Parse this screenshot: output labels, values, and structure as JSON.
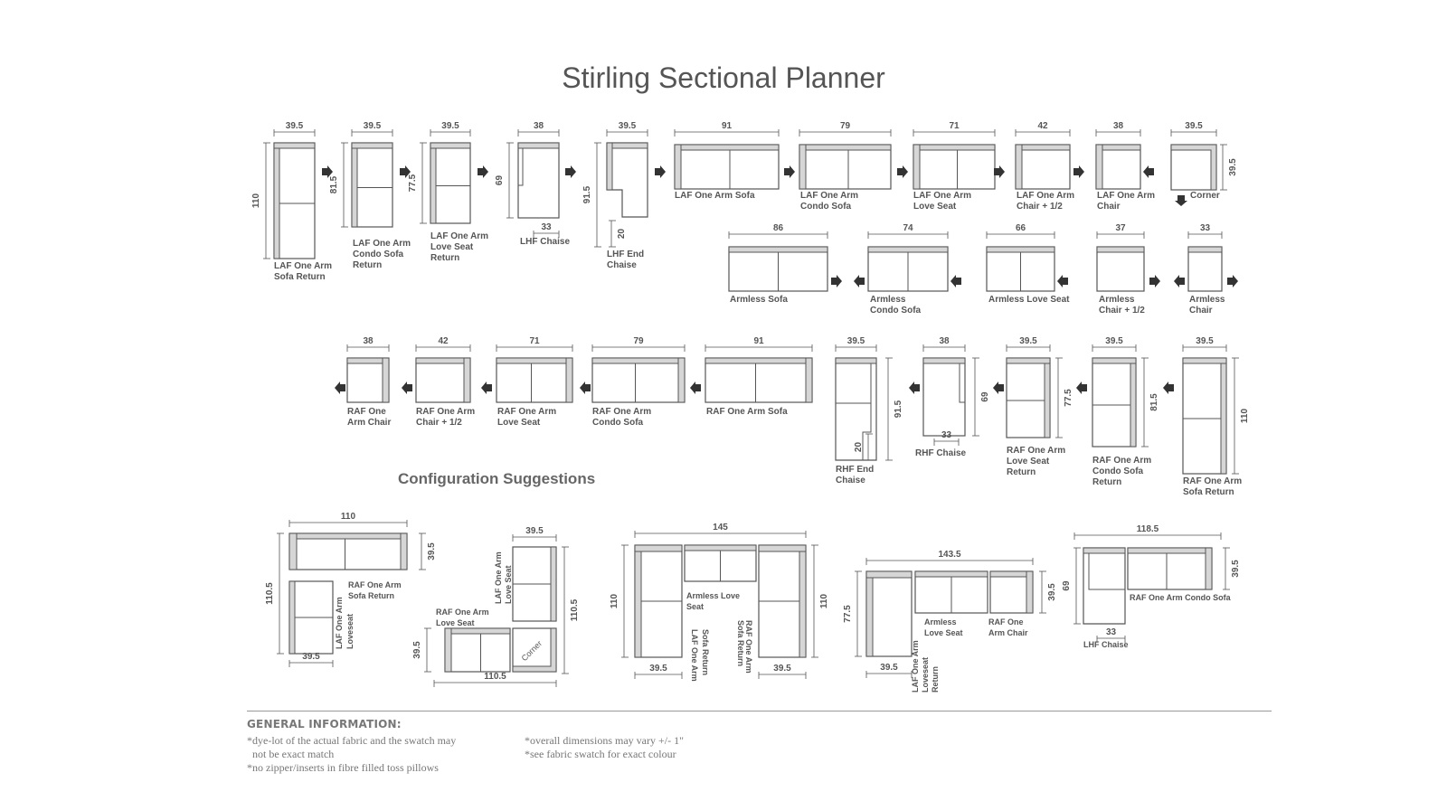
{
  "title": "Stirling Sectional Planner",
  "config_heading": "Configuration Suggestions",
  "general_info": {
    "heading": "GENERAL INFORMATION:",
    "notes_left": [
      "*dye-lot of the actual fabric and the swatch may",
      "  not be exact match",
      "*no zipper/inserts in fibre filled toss pillows"
    ],
    "notes_right": [
      "*overall dimensions may vary +/- 1\"",
      "*see fabric swatch for exact colour"
    ]
  },
  "row1": [
    {
      "label": [
        "LAF One Arm",
        "Sofa Return"
      ],
      "dims": {
        "w": "39.5",
        "h": "110"
      },
      "arrow": "right"
    },
    {
      "label": [
        "LAF One Arm",
        "Condo Sofa",
        "Return"
      ],
      "dims": {
        "w": "39.5",
        "h": "81.5"
      },
      "arrow": "right"
    },
    {
      "label": [
        "LAF One Arm",
        "Love Seat",
        "Return"
      ],
      "dims": {
        "w": "39.5",
        "h": "77.5"
      },
      "arrow": "right"
    },
    {
      "label": [
        "LHF Chaise"
      ],
      "dims": {
        "w": "38",
        "h": "69",
        "bottom": "33"
      },
      "arrow": "right"
    },
    {
      "label": [
        "LHF End",
        "Chaise"
      ],
      "dims": {
        "w": "39.5",
        "h": "91.5",
        "inner": "20"
      },
      "arrow": "right"
    },
    {
      "label": [
        "LAF One Arm Sofa"
      ],
      "dims": {
        "w": "91"
      },
      "arrow": "right"
    },
    {
      "label": [
        "LAF One Arm",
        "Condo Sofa"
      ],
      "dims": {
        "w": "79"
      },
      "arrow": "right"
    },
    {
      "label": [
        "LAF One Arm",
        "Love Seat"
      ],
      "dims": {
        "w": "71"
      },
      "arrow": "right"
    },
    {
      "label": [
        "LAF One Arm",
        "Chair + 1/2"
      ],
      "dims": {
        "w": "42"
      },
      "arrow": "right"
    },
    {
      "label": [
        "LAF One Arm",
        "Chair"
      ],
      "dims": {
        "w": "38"
      },
      "arrow": "left"
    },
    {
      "label": [
        "Corner"
      ],
      "dims": {
        "w": "39.5",
        "h": "39.5"
      },
      "arrow": "down"
    }
  ],
  "row2": [
    {
      "label": [
        "Armless Sofa"
      ],
      "dims": {
        "w": "86"
      }
    },
    {
      "label": [
        "Armless",
        "Condo Sofa"
      ],
      "dims": {
        "w": "74"
      }
    },
    {
      "label": [
        "Armless Love Seat"
      ],
      "dims": {
        "w": "66"
      }
    },
    {
      "label": [
        "Armless",
        "Chair + 1/2"
      ],
      "dims": {
        "w": "37"
      }
    },
    {
      "label": [
        "Armless",
        "Chair"
      ],
      "dims": {
        "w": "33"
      }
    }
  ],
  "row3": [
    {
      "label": [
        "RAF One",
        "Arm Chair"
      ],
      "dims": {
        "w": "38"
      }
    },
    {
      "label": [
        "RAF One Arm",
        "Chair + 1/2"
      ],
      "dims": {
        "w": "42"
      }
    },
    {
      "label": [
        "RAF One Arm",
        "Love Seat"
      ],
      "dims": {
        "w": "71"
      }
    },
    {
      "label": [
        "RAF One Arm",
        "Condo Sofa"
      ],
      "dims": {
        "w": "79"
      }
    },
    {
      "label": [
        "RAF One Arm Sofa"
      ],
      "dims": {
        "w": "91"
      }
    },
    {
      "label": [
        "RHF End",
        "Chaise"
      ],
      "dims": {
        "w": "39.5",
        "h": "91.5",
        "inner": "20"
      }
    },
    {
      "label": [
        "RHF Chaise"
      ],
      "dims": {
        "w": "38",
        "h": "69",
        "bottom": "33"
      }
    },
    {
      "label": [
        "RAF One Arm",
        "Love Seat",
        "Return"
      ],
      "dims": {
        "w": "39.5",
        "h": "77.5"
      }
    },
    {
      "label": [
        "RAF One Arm",
        "Condo Sofa",
        "Return"
      ],
      "dims": {
        "w": "39.5",
        "h": "81.5"
      }
    },
    {
      "label": [
        "RAF One Arm",
        "Sofa Return"
      ],
      "dims": {
        "w": "39.5",
        "h": "110"
      }
    }
  ],
  "configs": [
    {
      "dims": [
        "110",
        "39.5",
        "110.5",
        "39.5"
      ],
      "labels": [
        "RAF One Arm",
        "Sofa Return",
        "LAF One Arm",
        "Loveseat"
      ]
    },
    {
      "dims": [
        "39.5",
        "110.5",
        "39.5",
        "110.5"
      ],
      "labels": [
        "LAF One Arm",
        "Love Seat",
        "RAF One Arm",
        "Love Seat",
        "Corner"
      ]
    },
    {
      "dims": [
        "145",
        "110",
        "110",
        "39.5",
        "39.5"
      ],
      "labels": [
        "Armless Love",
        "Seat",
        "LAF One Arm",
        "Sofa Return",
        "RAF One Arm",
        "Sofa Return"
      ]
    },
    {
      "dims": [
        "143.5",
        "77.5",
        "39.5",
        "39.5"
      ],
      "labels": [
        "Armless",
        "Love Seat",
        "RAF One",
        "Arm Chair",
        "LAF One Arm",
        "Loveseat",
        "Return"
      ]
    },
    {
      "dims": [
        "118.5",
        "69",
        "39.5",
        "33"
      ],
      "labels": [
        "RAF One Arm Condo Sofa",
        "LHF Chaise"
      ]
    }
  ]
}
